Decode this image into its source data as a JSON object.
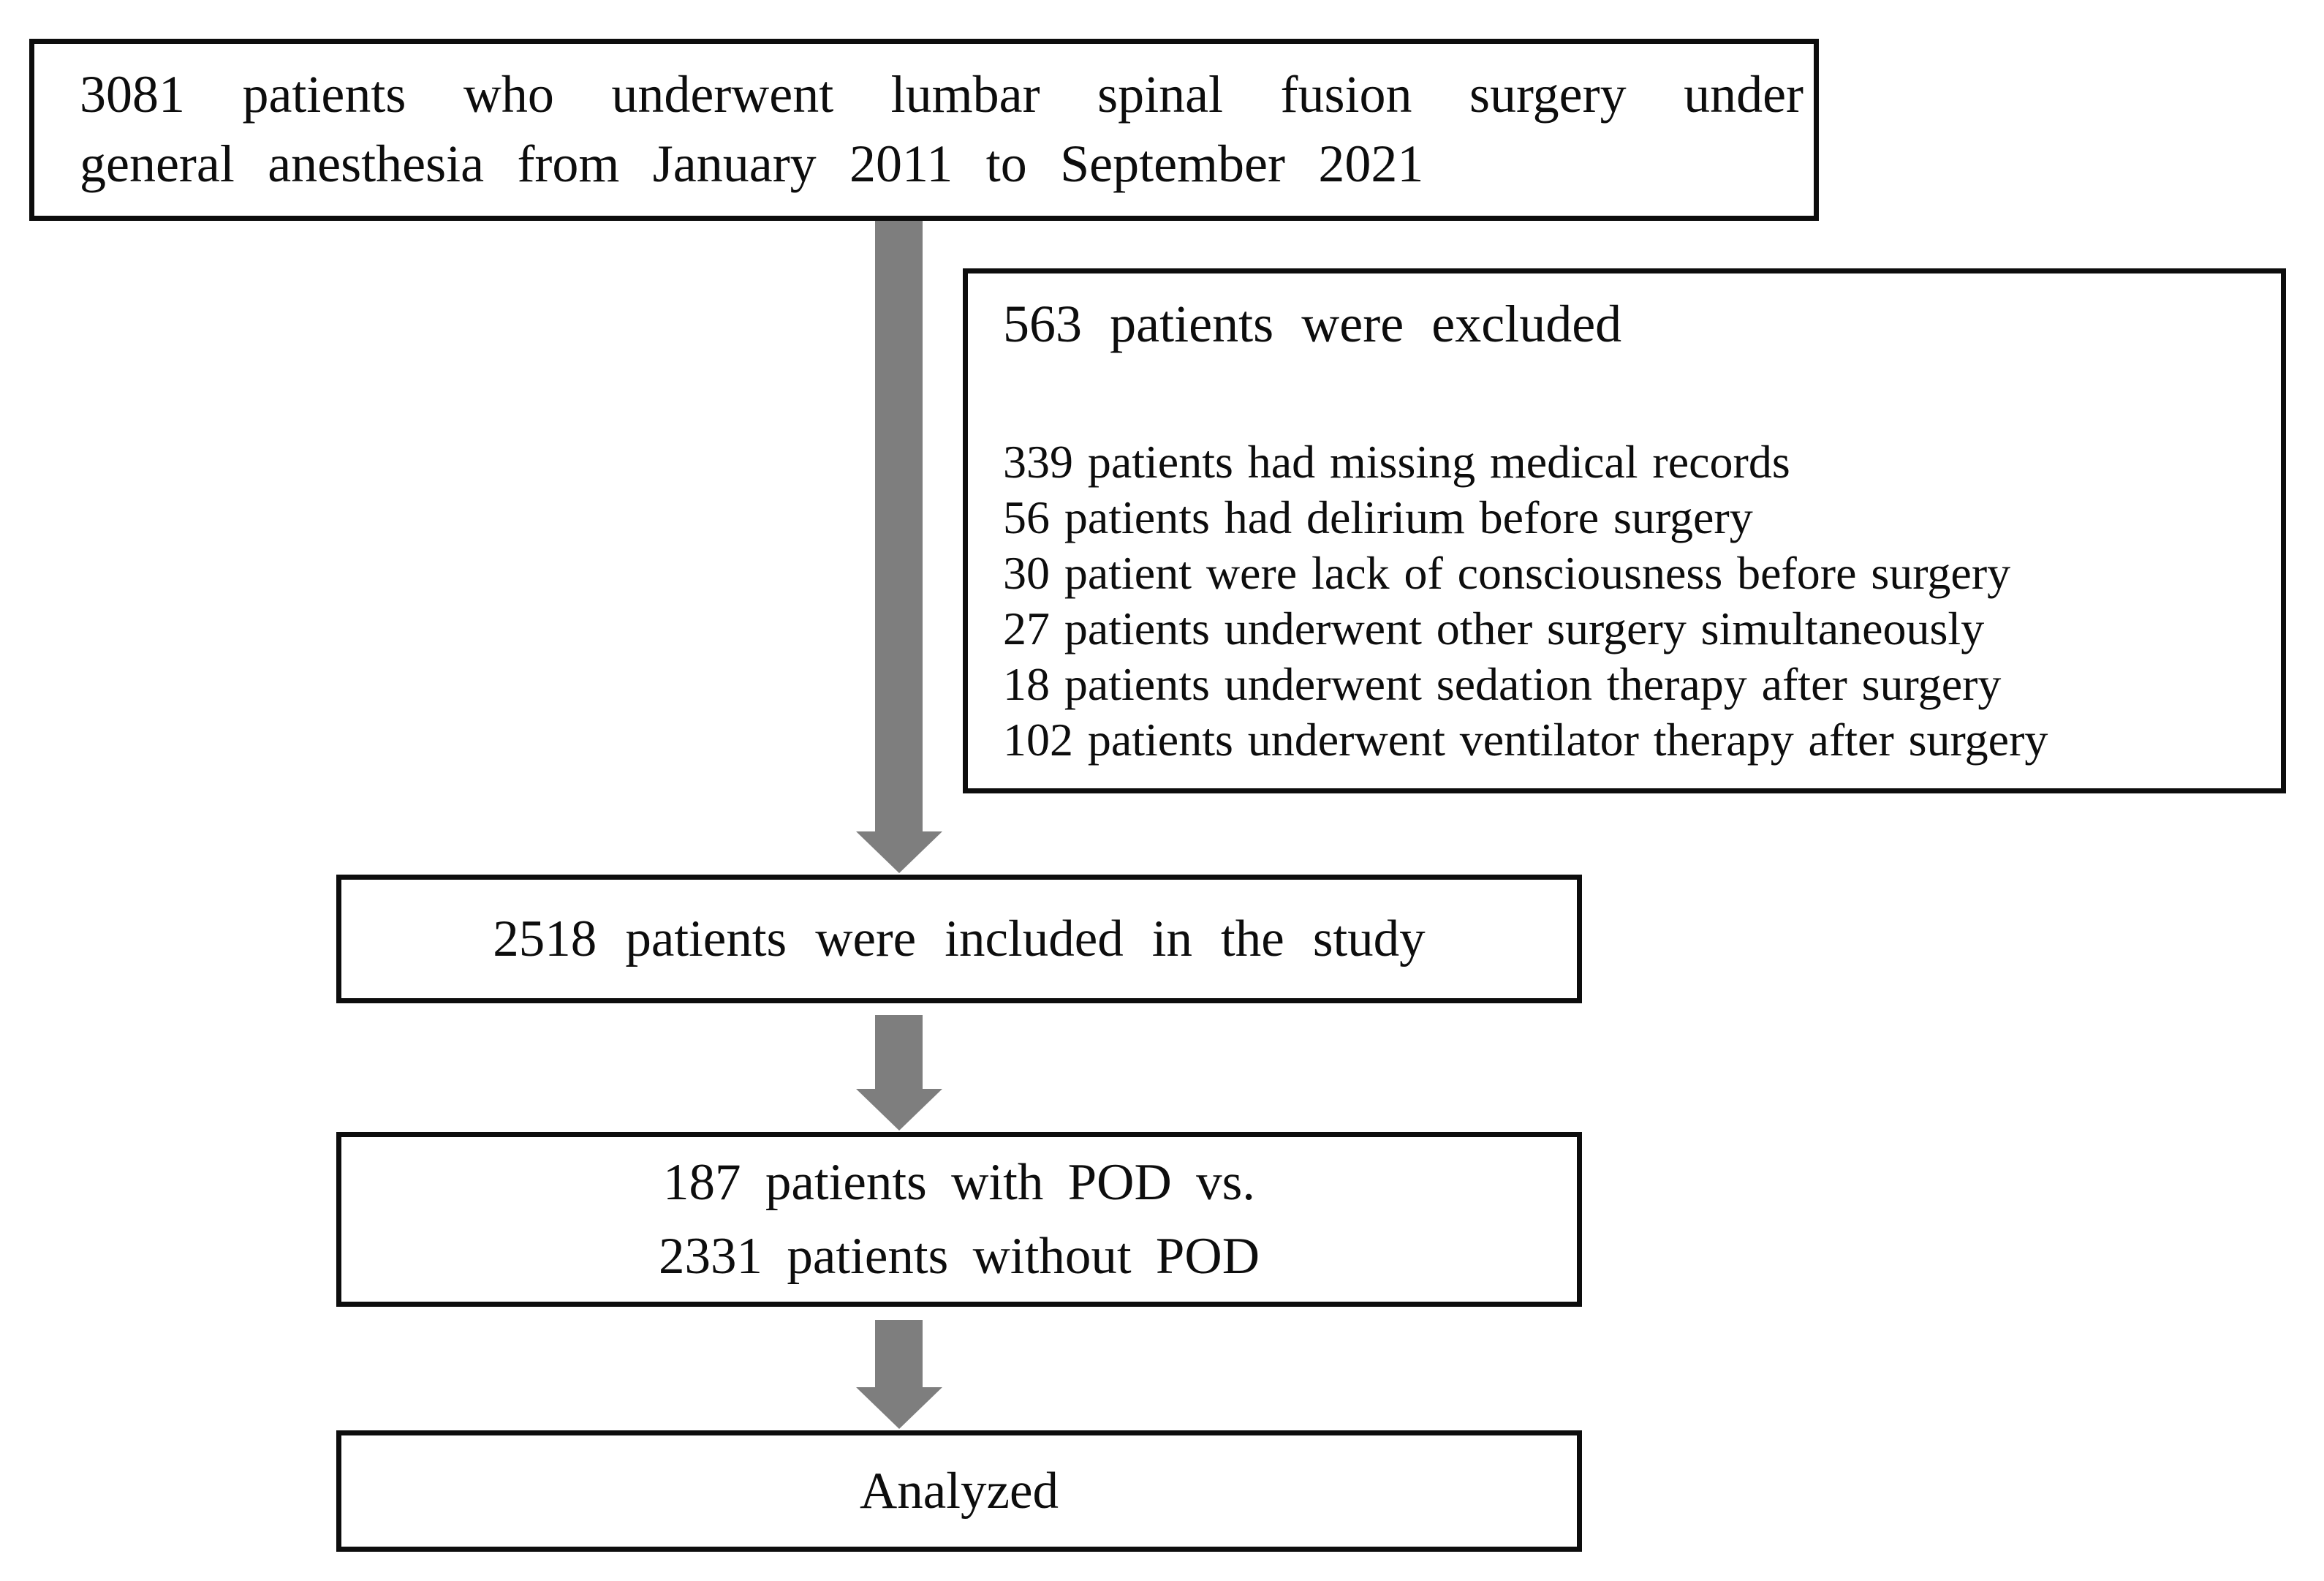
{
  "colors": {
    "background": "#ffffff",
    "box_border": "#0d0d0d",
    "text": "#0d0d0d",
    "arrow": "#7e7e7e"
  },
  "flow": {
    "enrollment_box": {
      "line1": "3081 patients who underwent lumbar spinal fusion surgery under",
      "line2": "general anesthesia from January 2011 to September 2021"
    },
    "excluded_box": {
      "heading": "563 patients were excluded",
      "items": [
        "339 patients had missing medical records",
        "56 patients had delirium before surgery",
        "30 patient were lack of consciousness before surgery",
        "27 patients underwent other surgery simultaneously",
        "18 patients underwent sedation therapy after surgery",
        "102 patients underwent ventilator therapy after surgery"
      ]
    },
    "included_box": {
      "text": "2518 patients were included in the study"
    },
    "comparison_box": {
      "line1": "187 patients with POD vs.",
      "line2": "2331 patients without POD"
    },
    "analyzed_box": {
      "text": "Analyzed"
    }
  }
}
